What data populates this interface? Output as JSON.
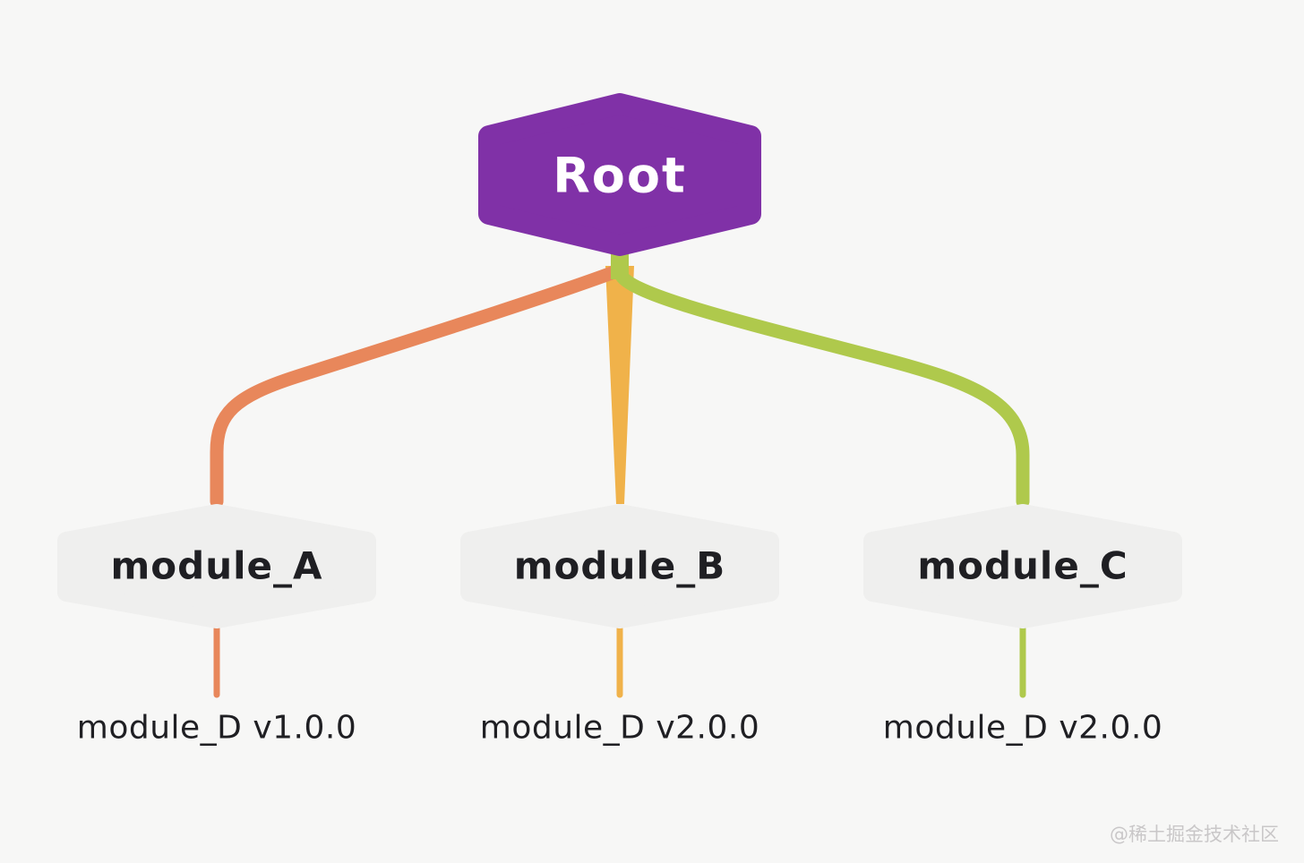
{
  "diagram": {
    "type": "dependency-tree",
    "root": {
      "label": "Root",
      "fill_color": "#8031a7",
      "text_color": "#ffffff",
      "stub_color": "#afc94c"
    },
    "modules": [
      {
        "label": "module_A",
        "dependency": "module_D v1.0.0",
        "edge_color": "#e8875b"
      },
      {
        "label": "module_B",
        "dependency": "module_D v2.0.0",
        "edge_color": "#f0b24a"
      },
      {
        "label": "module_C",
        "dependency": "module_D v2.0.0",
        "edge_color": "#afc94c"
      }
    ],
    "colors": {
      "background": "#f7f7f6",
      "module_fill": "#efefee",
      "text": "#1f1f23",
      "edge_orange": "#e8875b",
      "edge_yellow": "#f0b24a",
      "edge_green": "#afc94c",
      "watermark": "#c9c7c8"
    }
  },
  "watermark": {
    "text": "@稀土掘金技术社区"
  }
}
